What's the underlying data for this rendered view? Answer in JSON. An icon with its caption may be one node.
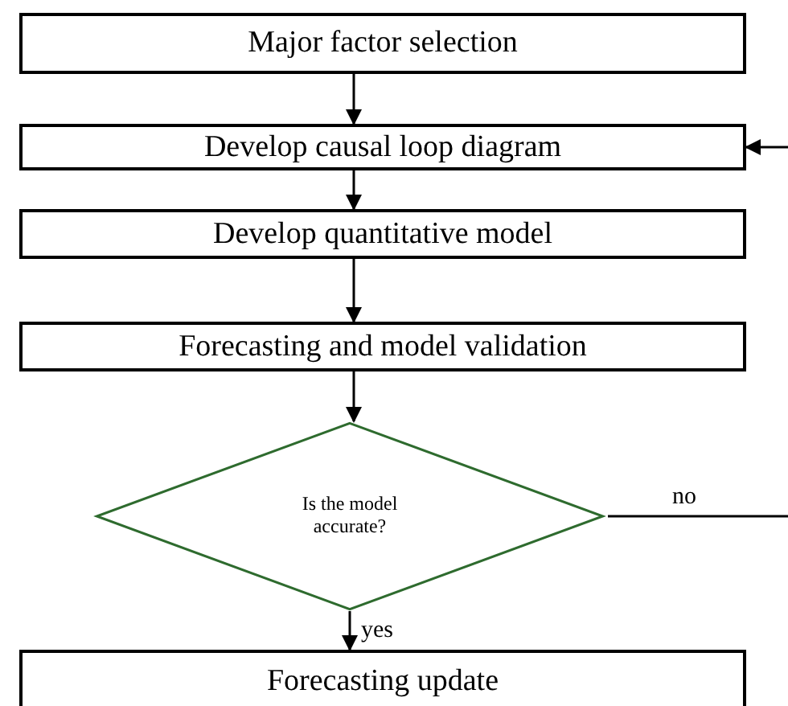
{
  "diagram": {
    "nodes": [
      {
        "text": [
          "Major factor selection"
        ]
      },
      {
        "text": [
          "Develop causal loop diagram"
        ]
      },
      {
        "text": [
          "Develop quantitative model"
        ]
      },
      {
        "text": [
          "Forecasting and model validation"
        ]
      },
      {
        "text": [
          "Is the model accurate?"
        ]
      },
      {
        "text": [
          "Forecasting update"
        ]
      }
    ],
    "edges": [
      {
        "from": 0,
        "to": 1,
        "arrow": "to"
      },
      {
        "from": 1,
        "to": 2,
        "arrow": "to"
      },
      {
        "from": 2,
        "to": 3,
        "arrow": "to"
      },
      {
        "from": 3,
        "to": 4,
        "arrow": "to"
      },
      {
        "from": 4,
        "to": 5,
        "arrow": "to",
        "label": "yes"
      },
      {
        "from": 4,
        "to": null,
        "arrow": "none",
        "label": "no"
      },
      {
        "from": null,
        "to": 1,
        "arrow": "to"
      }
    ]
  }
}
